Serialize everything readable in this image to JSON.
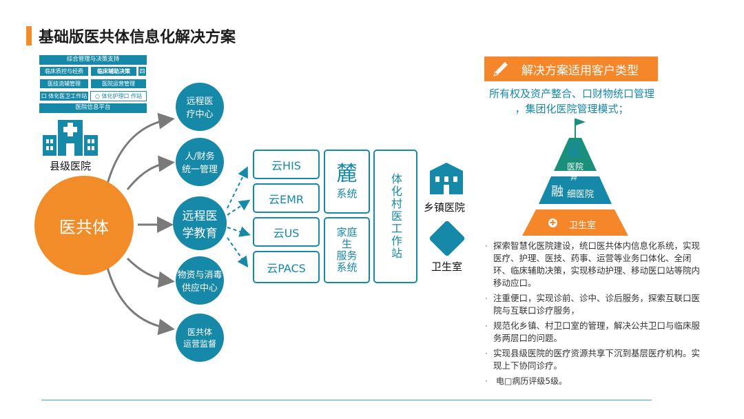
{
  "header": {
    "title": "基础版医共体信息化解决方案"
  },
  "mini_panel": {
    "top": "综合管理与决策支持",
    "row1_left": "临床质控与经费",
    "row1_right": "临床辅助决策",
    "row1_extra": "四",
    "row2_left": "医技流辅管理",
    "row2_right": "医院运营管理",
    "row3_left": "口 体化医卫工作站",
    "row3_right": "○ 体化护理口 作站",
    "bottom": "医院信息平台"
  },
  "county_label": "县级医院",
  "center_circle": "医共体",
  "service_circles": [
    {
      "line1": "远程医",
      "line2": "疗中心"
    },
    {
      "line1": "人/财务",
      "line2": "统一管理"
    },
    {
      "line1": "远程医",
      "line2": "学教育"
    },
    {
      "line1": "物资与消毒",
      "line2": "供应中心"
    },
    {
      "line1": "医共体",
      "line2": "运营监督"
    }
  ],
  "cloud_systems": [
    "云HIS",
    "云EMR",
    "云US",
    "云PACS"
  ],
  "system_boxes": {
    "top_char": "麓",
    "top_label": "系统",
    "family_label": "家庭\n生\n服务\n系统",
    "village_label": "体化村医工作站"
  },
  "right_labels": {
    "township": "乡镇医院",
    "clinic": "卫生室"
  },
  "customer_panel": {
    "header": "解决方案适用客户类型",
    "line1": "所有权及资产整合、口财物统口管理",
    "line2": "，集团化医院管理模式；",
    "pyramid": {
      "top_char": "星",
      "top_label": "医院",
      "top_sub": "异",
      "mid_char": "融",
      "mid_label": "细医院",
      "bottom_label": "卫生室"
    }
  },
  "bullets": [
    "探索智慧化医院建设，统口医共体内信息化系统，实现医疗、护理、医技、药事、运营等业务口体化、全闭环、临床辅助决策，实现移动护理、移动医口站等院内移动应口。",
    "注重便口，实现诊前、诊中、诊后服务，探索互联口医院与互联口诊疗服务，",
    "规范化乡镇、村卫口室的管理，解决公共卫口与临床服务两层口的问题。",
    "实现县级医院的医疗资源共享下沉到基层医疗机构。实现上下协同诊疗。",
    "电□病历评级5级。"
  ],
  "colors": {
    "teal": "#1688A8",
    "orange": "#F28C28",
    "pyramid_green": "#1A8F7A",
    "line_blue": "#4AA3D8"
  }
}
